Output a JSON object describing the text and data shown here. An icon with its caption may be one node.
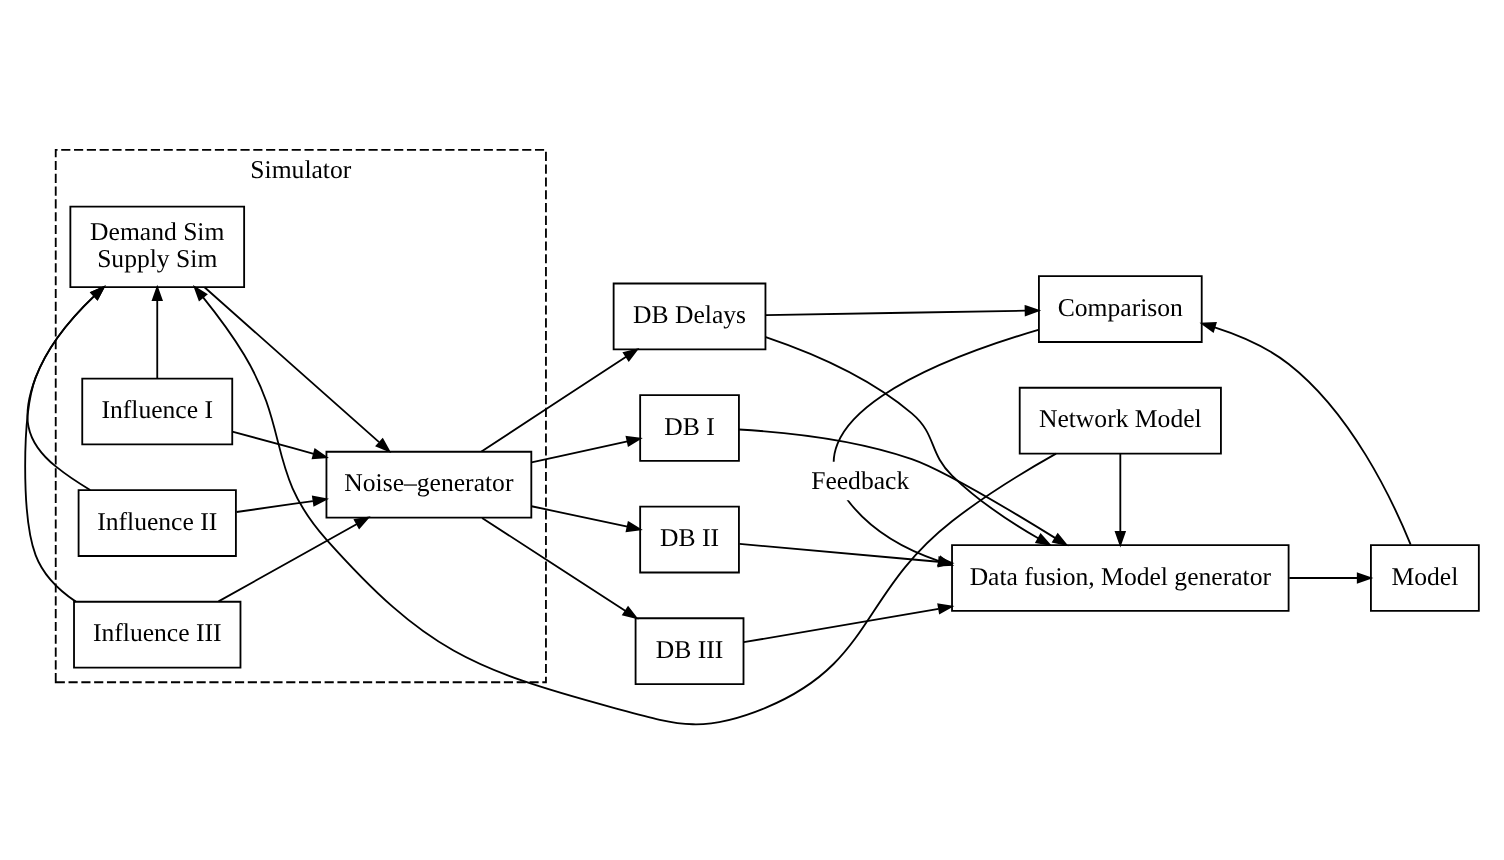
{
  "diagram": {
    "nodes": [
      {
        "text": [
          "Simulator"
        ]
      },
      {
        "text": [
          "Demand Sim",
          "Supply Sim"
        ],
        "in": 0
      },
      {
        "text": [
          "Influence I"
        ],
        "in": 0
      },
      {
        "text": [
          "Influence II"
        ],
        "in": 0
      },
      {
        "text": [
          "Influence III"
        ],
        "in": 0
      },
      {
        "text": [
          "Noise–generator"
        ],
        "in": 0
      },
      {
        "text": [
          "DB Delays"
        ]
      },
      {
        "text": [
          "Network Model"
        ]
      },
      {
        "text": [
          "DB I"
        ]
      },
      {
        "text": [
          "Data fusion, Model generator"
        ]
      },
      {
        "text": [
          "Model"
        ]
      },
      {
        "text": [
          "DB II"
        ]
      },
      {
        "text": [
          "DB III"
        ]
      },
      {
        "text": [
          "Comparison"
        ]
      }
    ],
    "edges": [
      {
        "from": 2,
        "to": 1,
        "arrow": "to"
      },
      {
        "from": 3,
        "to": 1,
        "arrow": "to"
      },
      {
        "from": 4,
        "to": 1,
        "arrow": "to"
      },
      {
        "from": 1,
        "to": 5,
        "arrow": "to"
      },
      {
        "from": 2,
        "to": 5,
        "arrow": "to"
      },
      {
        "from": 3,
        "to": 5,
        "arrow": "to"
      },
      {
        "from": 4,
        "to": 5,
        "arrow": "to"
      },
      {
        "from": 5,
        "to": 6,
        "arrow": "to"
      },
      {
        "from": 5,
        "to": 8,
        "arrow": "to"
      },
      {
        "from": 5,
        "to": 11,
        "arrow": "to"
      },
      {
        "from": 5,
        "to": 12,
        "arrow": "to"
      },
      {
        "from": 7,
        "to": 1,
        "arrow": "to"
      },
      {
        "from": 7,
        "to": 9,
        "arrow": "to"
      },
      {
        "from": 6,
        "to": 9,
        "arrow": "to"
      },
      {
        "from": 8,
        "to": 9,
        "arrow": "to"
      },
      {
        "from": 11,
        "to": 9,
        "arrow": "to"
      },
      {
        "from": 12,
        "to": 9,
        "arrow": "to"
      },
      {
        "from": 6,
        "to": 13,
        "arrow": "to"
      },
      {
        "from": 9,
        "to": 10,
        "arrow": "to"
      },
      {
        "from": 10,
        "to": 13,
        "arrow": "to"
      },
      {
        "from": 13,
        "to": 9,
        "label": "Feedback",
        "arrow": "to"
      }
    ]
  }
}
